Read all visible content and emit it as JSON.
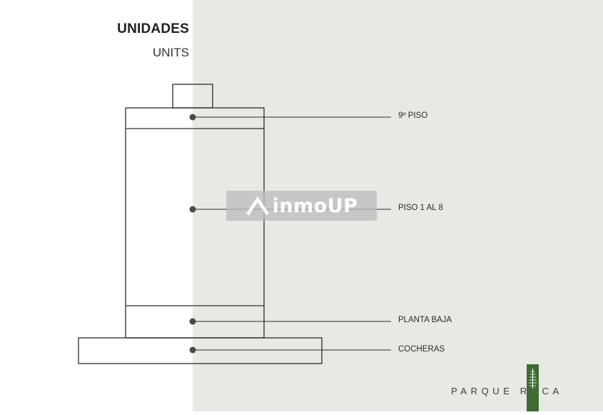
{
  "header": {
    "title": "UNIDADES",
    "subtitle": "UNITS"
  },
  "floors": [
    {
      "id": "floor-9",
      "label": "9º PISO"
    },
    {
      "id": "floors-1-8",
      "label": "PISO 1 AL 8"
    },
    {
      "id": "ground-floor",
      "label": "PLANTA BAJA"
    },
    {
      "id": "garages",
      "label": "COCHERAS"
    }
  ],
  "watermark": {
    "text": "inmoUP",
    "icon": "house-icon"
  },
  "brand": {
    "name": "PARQUE ROCA",
    "logo_icon": "pine-tree-icon",
    "logo_color": "#3f6b34"
  },
  "colors": {
    "panel": "#e8e9e4",
    "line": "#2b2b2b",
    "dot": "#4a4a4a"
  }
}
